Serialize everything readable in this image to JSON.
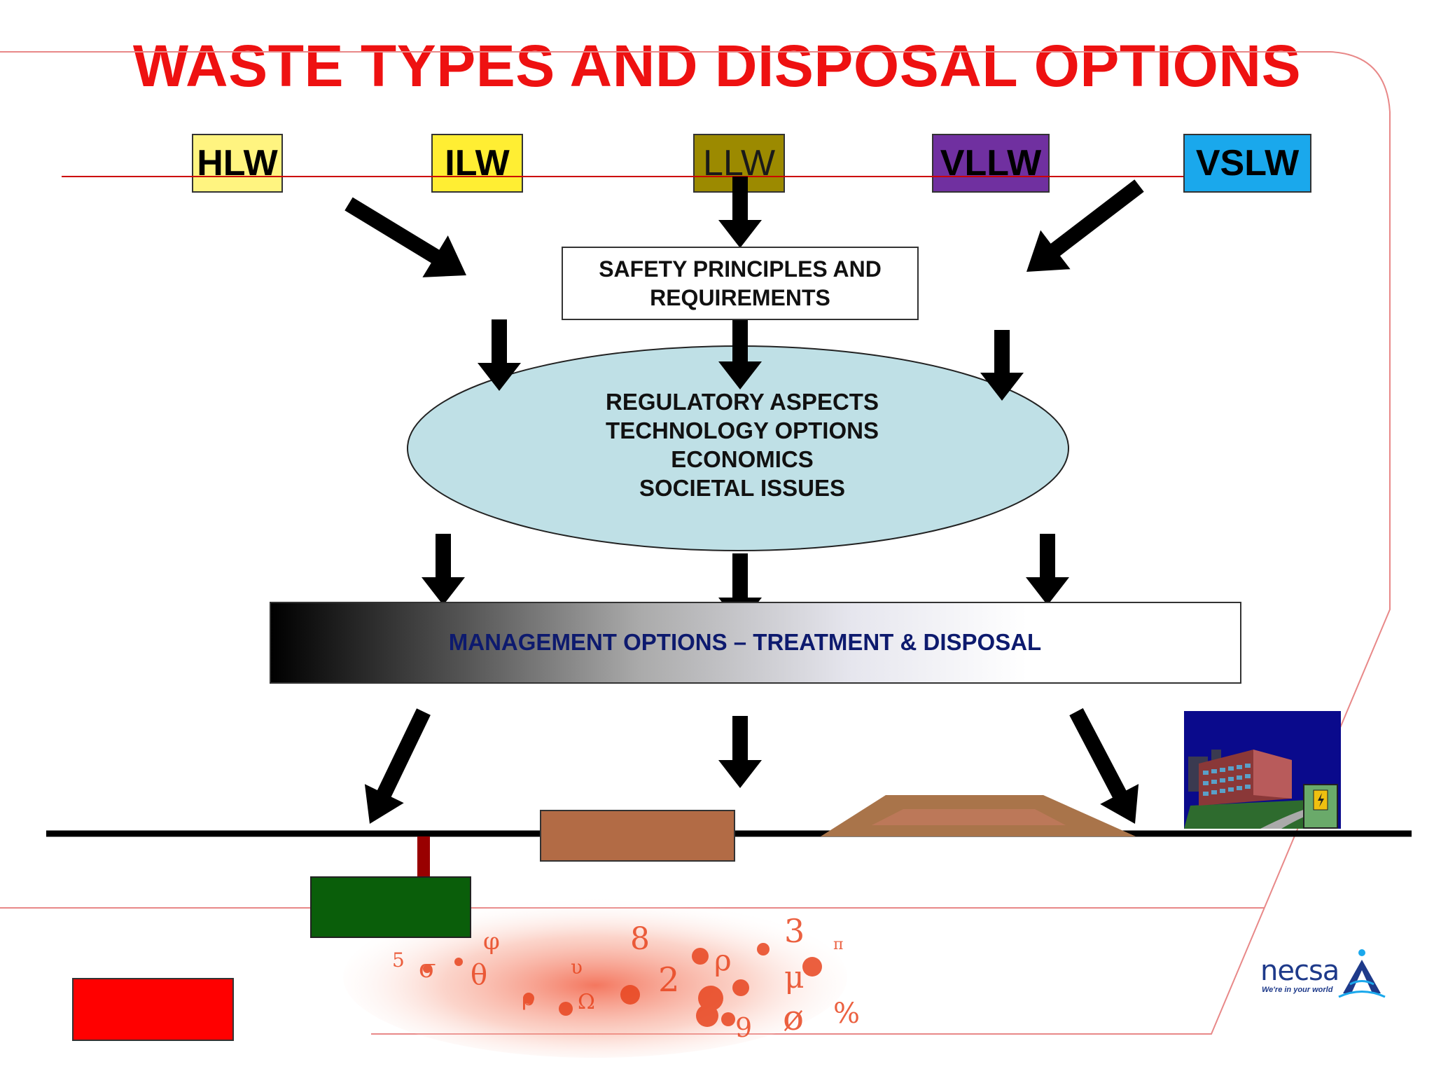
{
  "title": "WASTE TYPES AND DISPOSAL OPTIONS",
  "waste_types": [
    {
      "label": "HLW",
      "color": "#fff480"
    },
    {
      "label": "ILW",
      "color": "#ffee33"
    },
    {
      "label": "LLW",
      "color": "#9c8a00"
    },
    {
      "label": "VLLW",
      "color": "#7030a0"
    },
    {
      "label": "VSLW",
      "color": "#1aa8ec"
    }
  ],
  "safety_box": {
    "lines": [
      "SAFETY PRINCIPLES AND",
      "REQUIREMENTS"
    ]
  },
  "considerations": {
    "lines": [
      "REGULATORY ASPECTS",
      "TECHNOLOGY OPTIONS",
      "ECONOMICS",
      "SOCIETAL ISSUES"
    ],
    "fill_color": "#bfe0e6"
  },
  "management_bar": {
    "label": "MANAGEMENT OPTIONS – TREATMENT & DISPOSAL"
  },
  "disposal_blocks": {
    "deep_repository_color": "#0a5e0a",
    "shaft_color": "#990000",
    "near_surface_color": "#b26b45",
    "mound_color": "#a9744a",
    "red_block_color": "#ff0000"
  },
  "logo": {
    "name": "necsa",
    "tagline": "We're in your world",
    "color": "#1e3a8a"
  },
  "accent_color": "#ee1111"
}
